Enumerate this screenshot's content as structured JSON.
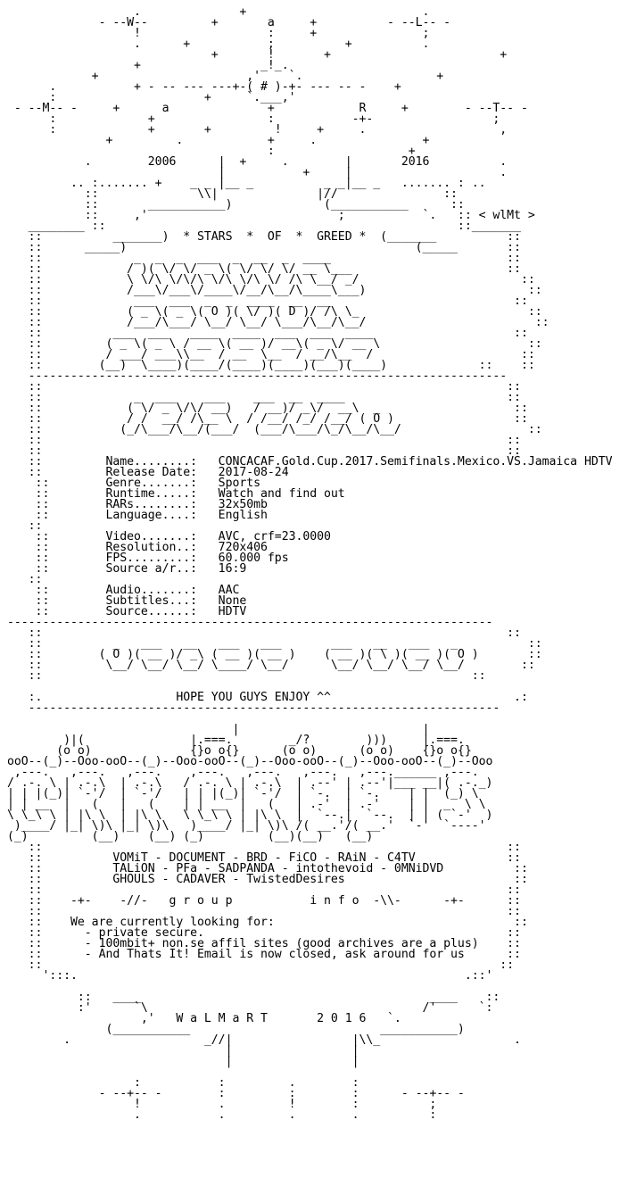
{
  "art": {
    "top": "                  .              +                         .\n             - --W--         +       a     +          - --L-- -\n                  !                  :     +               ;\n                  .      +           ;          +          .\n                             +       !       +                        +\n                  +                 _!_.\n            +                     ,'    `.                   +\n      .           + - -- --- ---+-( # )-+- --- -- -    +\n      :                     +     `.___,'\n - --M-- -     +      a              +            R     +        - --T-- -\n      :             +                :           -+-                 ;\n      :             +       +         !     +     .                   ,\n              +         .            +     .               +\n                                     :                   +\n           .        2006      |  +     .        |       2016          .\n                              |           +     |                     .\n         .. :....... +    _ _ |__ _          _ _|__ _   ....... : ..\n           ::              \\\\|              |//               ::\n           ::       ___________)             (___________      ::\n           ::     ,'                           ;           `.   :: < wlMt >\n   ________ ::                                                  ::_______\n   ::          _______)  * STARS  *  OF  *  GREED *  (_______          ::\n   ::      _____)                                         (_____       ::",
    "logo_top": "   ::             _  _  _  ___  _  __  _  ____                         ::\n   ::            / )( \\/ \\/ _ \\( \\/ \\/ \\/ __ \\___                      ::\n   ::            \\ \\/\\ \\/\\/\\ \\/\\ \\/\\ \\/ /\\ \\__/ _/                       ::\n   ::            /___\\/___\\/____\\/__/\\__/\\____\\___)                       ::\n   ::             ___  ___  _  _  ____  __  __                          ::\n   ::            ( _ \\( _ \\( O )( \\/ )( D )/ /\\ \\_                        ::\n   ::            /___/\\___/ \\__/ \\__/ \\___/\\__/\\__/                        ::\n   ::          ___  ___   ____  ____  ___  ___  ____                    ::\n   ::         ( _ \\( _ \\ / __ \\( __ )/ __\\( _ \\/ __ \\                     ::\n   ::         / ___/ ___\\\\__  / __  \\__  / __/\\__  /                     ::\n   ::        (__)  \\____)(____/(____)(____)(___)(____)             ::    ::",
    "sep1": "   --------------------------------------------------------------------",
    "logo_mid": "   ::                                                                  ::\n   ::             _  ___    ___    ___  __  ____                       ::\n   ::            ( \\/ _ \\/\\/ __)   / __)/ _\\/  __\\  _                   ::\n   ::            / /  __/ /\\__ \\  / /__/ /_/ /__/ ( O )                 ::\n   ::           (_/\\___/\\__/(___/  (___/\\___/\\_/\\__/\\__/                  ::\n   ::                                                                  ::\n   ::                                                                  ::",
    "info_lines": [
      "   ::         Name........:   CONCACAF.Gold.Cup.2017.Semifinals.Mexico.VS.Jamaica HDTV",
      "   ::         Release Date:   2017-08-24",
      "    ::        Genre.......:   Sports",
      "    ::        Runtime.....:   Watch and find out",
      "    ::        RARs........:   32x50mb",
      "    ::        Language....:   English",
      "   ::",
      "    ::        Video.......:   AVC, crf=23.0000",
      "    ::        Resolution..:   720x406",
      "    ::        FPS.........:   60.000 fps",
      "    ::        Source a/r..:   16:9",
      "   ::",
      "    ::        Audio.......:   AAC",
      "    ::        Subtitles...:   None",
      "    ::        Source......:   HDTV"
    ],
    "sep2": "---------------------------------------------------------------------",
    "logo_low": "   ::                                                                  ::\n   ::          _   ___   __   ___   ___       ___   __   ___   _          ::\n   ::        ( O )( __ )/ _\\ ( __ )( __ )    ( __ )( \\ )( __ )( O )       ::\n   ::         \\__/ \\__/ \\__/ \\____/ \\__/      \\__/ \\__/ \\__/ \\__/        ::\n   ::                                                             ::",
    "enjoy_line": "   :.                   HOPE YOU GUYS ENJOY ^^                          .:",
    "sep3": "   -------------------------------------------------------------------",
    "faces": "                                |                          |\n        )|(               |.===.        _/?        )))     |.===.\n       (o o)              {}o o{}      (o o)      (o o)    {}o o{}\nooO--(_)--Ooo-ooO--(_)--Ooo-ooO--(_)--Ooo-ooO--(_)--Ooo-ooO--(_)--Ooo",
    "logo_big": " ,---.   ,---.   ,---.    ,---.   ,---.   ,---.   ,---.______ ,---.\n/ .-. \\ | .-.\\  | .-.\\   / .-. \\ | .-.\\  | .--' | .--'|___ __|( .-._)\n| | |(_)| `-'/  | `-'/   | | |(_)| `-'/  | `-.  | `-.    | |  (_) \\\n| | __  |   (   |   (    | | __  |   (   | .-'  | .-'    | |  _  \\ \\\n\\ \\_\\ \\ | |\\ \\  | |\\ \\   \\ \\_\\ \\ | |\\ \\  |  `--.|  `--.  | | ( `-'  )\n )____/ |_| \\)\\ |_| \\)\\   )____/ |_| \\)\\ /( __.'/( __.'  `-'  `----'\n(_)         (__)    (__) (_)         (__)(__)   (__)",
    "groups_block": "   ::                                                                  ::\n   ::          VOMiT - DOCUMENT - BRD - FiCO - RAiN - C4TV             ::\n   ::          TALiON - PFa - SADPANDA - intothevoid - 0MNiDVD          ::\n   ::          GHOULS - CADAVER - TwistedDesires                        ::\n   ::                                                                  ::\n   ::    -+-    -//-   g r o u p           i n f o  -\\\\-      -+-      ::\n   ::                                                                  ::\n   ::    We are currently looking for:                                  ::\n   ::      - private secure.                                           ::\n   ::      - 100mbit+ non.se affil sites (good archives are a plus)    ::\n   ::      - And Thats It! Email is now closed, ask around for us      ::\n   ::                                                                 ::\n     ':::.                                                       .::'",
    "bottom": "          ::   ____                                         ____    ::\n          :'      `\\                                       /'      `:\n                   ,'   W a L M a R T       2 0 1 6   `.\n              (___________                           ___________)\n        .                   _//|                 |\\\\_                   .\n                               |                 |\n                               |                 |\n\n                  :           :         .        :\n             - --+-- -        :         :        :      - --+-- -\n                  !           .         !        :          ;\n                  .           .         .        .          :"
  }
}
